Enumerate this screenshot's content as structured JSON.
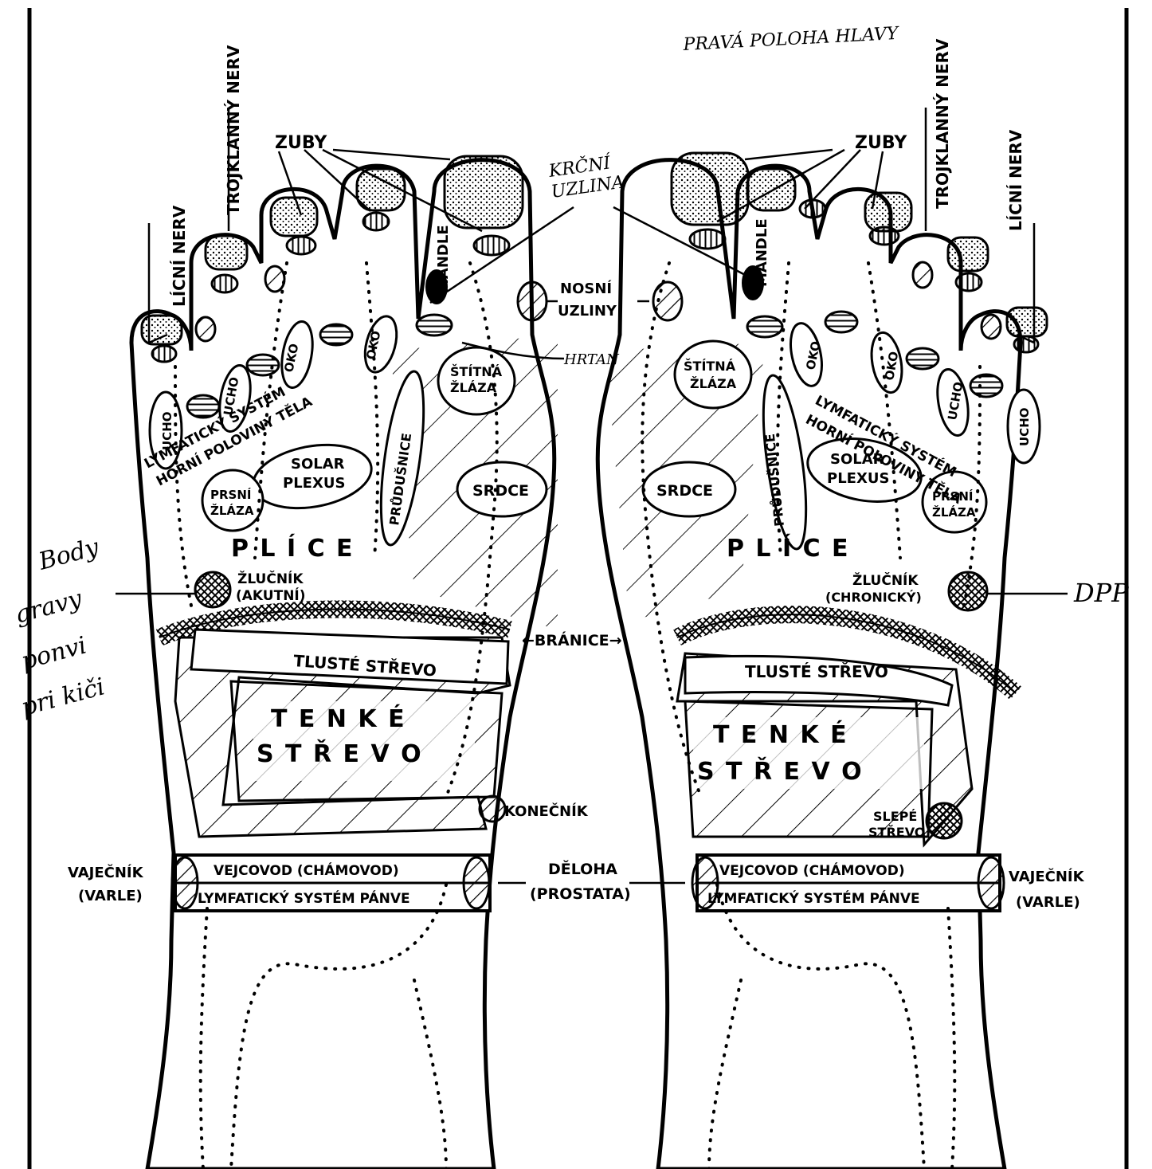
{
  "header": {
    "handwritten_title": "PRAVÁ POLOHA HLAVY"
  },
  "labels": {
    "zuby": "ZUBY",
    "trojklanny_nerv": "TROJKLANNÝ NERV",
    "licni_nerv": "LÍCNÍ NERV",
    "mandle": "MANDLE",
    "nosni_uzliny": "NOSNÍ\nUZLINY",
    "nosni": "NOSNÍ",
    "uzliny": "UZLINY",
    "oko": "OKO",
    "ucho": "UCHO",
    "stitna": "ŠTÍTNÁ",
    "zlaza": "ŽLÁZA",
    "lymf_line1": "LYMFATICKÝ SYSTÉM",
    "lymf_line2": "HORNÍ POLOVINY TĚLA",
    "solar": "SOLAR",
    "plexus": "PLEXUS",
    "prudusnice": "PRŮDUŠNICE",
    "prsni": "PRSNÍ",
    "srdce": "SRDCE",
    "plice": "P L Í C E",
    "zlucnik": "ŽLUČNÍK",
    "akutni": "(AKUTNÍ)",
    "chronicky": "(CHRONICKÝ)",
    "branice": "←BRÁNICE→",
    "tluste_strevo": "TLUSTÉ STŘEVO",
    "tenke": "T E N K É",
    "strevo": "S T Ř E V O",
    "konecnik": "KONEČNÍK",
    "slepe": "SLEPÉ",
    "strevo_short": "STŘEVO",
    "vajecnik": "VAJEČNÍK",
    "varle": "(VARLE)",
    "vejcovod": "VEJCOVOD (CHÁMOVOD)",
    "lymf_panve": "LYMFATICKÝ SYSTÉM PÁNVE",
    "deloha": "DĚLOHA",
    "prostata": "(PROSTATA)"
  },
  "handwritten_notes": {
    "krcni_line1": "KRČNÍ",
    "krcni_line2": "UZLINA",
    "hrtan": "HRTAN",
    "left_note": [
      "Body",
      "gravy",
      "ponvi",
      "pri kiči"
    ],
    "right_note": "DPP"
  }
}
